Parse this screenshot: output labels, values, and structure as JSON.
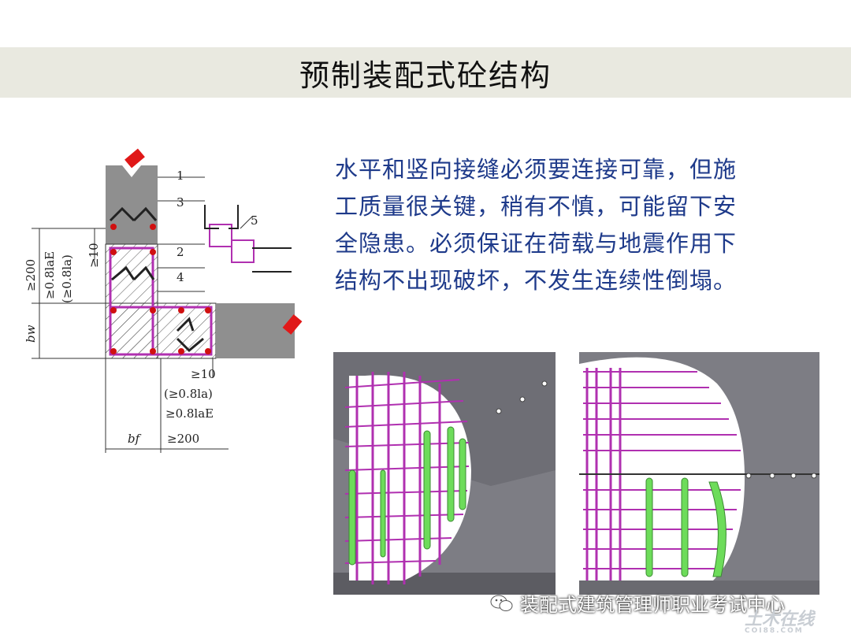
{
  "slide": {
    "title": "预制装配式砼结构",
    "body_lines": [
      "水平和竖向接缝必须要连接可靠，但施",
      "工质量很关键，稍有不慎，可能留下安",
      "全隐患。必须保证在荷载与地震作用下",
      "结构不出现破坏，不发生连续性倒塌。"
    ],
    "colors": {
      "title_band": "#e9e9e0",
      "body_text": "#1e3a8a",
      "rebar_magenta": "#b030b0",
      "rebar_red": "#d01010",
      "concrete_gray": "#8a8a8a"
    }
  },
  "diagram": {
    "labels": {
      "n1": "1",
      "n2": "2",
      "n3": "3",
      "n4": "4",
      "n5": "5"
    },
    "left_dims": {
      "d200": "≥200",
      "d08laE": "≥0.8laE",
      "d08la": "(≥0.8la)",
      "d10": "≥10",
      "bw": "bw"
    },
    "bottom_dims": {
      "d10": "≥10",
      "d08la": "(≥0.8la)",
      "d08laE": "≥0.8laE",
      "bf": "bf",
      "d200": "≥200"
    }
  },
  "images": {
    "left_alt": "3D rebar cage at wall junction (perspective)",
    "right_alt": "3D rebar cage at wall junction (elevation)"
  },
  "watermark": {
    "text": "装配式建筑管理师职业考试中心",
    "icon": "wechat-icon"
  },
  "logo": {
    "text": "土木在线",
    "sub": "COI88.COM"
  }
}
